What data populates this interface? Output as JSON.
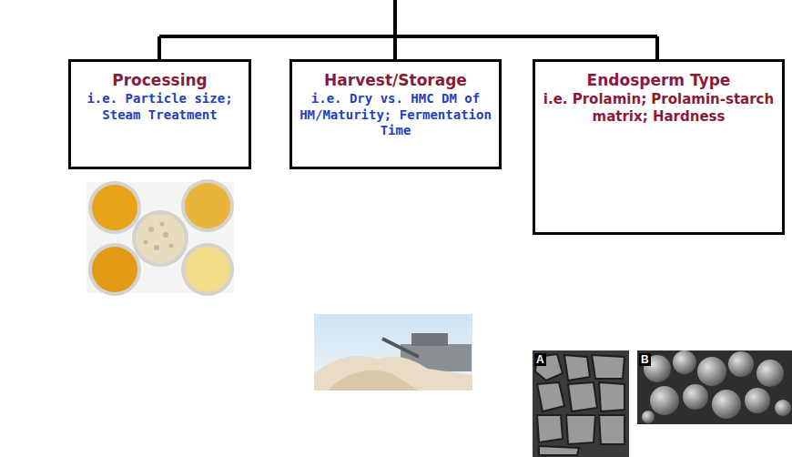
{
  "diagram": {
    "nodes": [
      {
        "text": [
          "Processing",
          "i.e. Particle size; Steam Treatment"
        ]
      },
      {
        "text": [
          "Harvest/Storage",
          "i.e. Dry vs. HMC DM of HM/Maturity; Fermentation Time"
        ]
      },
      {
        "text": [
          "Endosperm Type",
          "i.e. Prolamin; Prolamin-starch matrix; Hardness"
        ]
      }
    ],
    "labels": [
      "A",
      "B"
    ]
  }
}
